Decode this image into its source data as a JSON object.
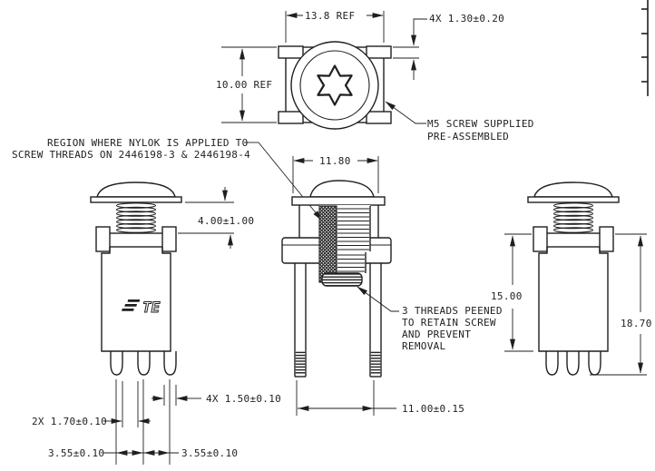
{
  "page": {
    "background": "#ffffff",
    "line_color": "#1f1f1f"
  },
  "top_view": {
    "dim_width": "13.8 REF",
    "dim_height": "10.00 REF",
    "dim_tab": "4X 1.30±0.20",
    "screw_callout_line1": "M5 SCREW SUPPLIED",
    "screw_callout_line2": "PRE-ASSEMBLED"
  },
  "notes": {
    "nylok_line1": "REGION WHERE NYLOK IS APPLIED TO",
    "nylok_line2": "SCREW THREADS ON 2446198-3 & 2446198-4",
    "peened_line1": "3 THREADS PEENED",
    "peened_line2": "TO RETAIN SCREW",
    "peened_line3": "AND PREVENT",
    "peened_line4": "REMOVAL"
  },
  "left_view": {
    "dim_standoff": "4.00±1.00",
    "dim_pin_width": "4X 1.50±0.10",
    "dim_pin_gap": "2X 1.70±0.10",
    "dim_pitch_left": "3.55±0.10",
    "dim_pitch_right": "3.55±0.10",
    "logo_text": "TE"
  },
  "section_view": {
    "dim_width": "11.80",
    "dim_leg_span": "11.00±0.15"
  },
  "right_view": {
    "dim_body_height": "15.00",
    "dim_overall_height": "18.70"
  }
}
